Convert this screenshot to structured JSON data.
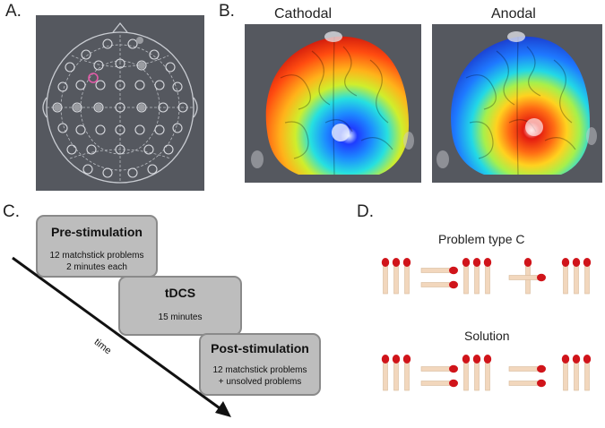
{
  "panels": {
    "a_label": "A.",
    "b_label": "B.",
    "c_label": "C.",
    "d_label": "D."
  },
  "panel_b": {
    "left_title": "Cathodal",
    "right_title": "Anodal"
  },
  "panel_c": {
    "pre": {
      "title": "Pre-stimulation",
      "line1": "12 matchstick problems",
      "line2": "2 minutes each"
    },
    "tdcs": {
      "title": "tDCS",
      "line1": "15 minutes"
    },
    "post": {
      "title": "Post-stimulation",
      "line1": "12 matchstick problems",
      "line2": "+ unsolved problems"
    },
    "axis_label": "time"
  },
  "panel_d": {
    "problem_title": "Problem type C",
    "solution_title": "Solution"
  },
  "colors": {
    "panel_bg": "#55585f",
    "box_fill": "#bdbdbd",
    "box_border": "#8a8a8a",
    "match_head": "#d0141a",
    "match_stick": "#f2d7bd",
    "arrow": "#111111"
  }
}
